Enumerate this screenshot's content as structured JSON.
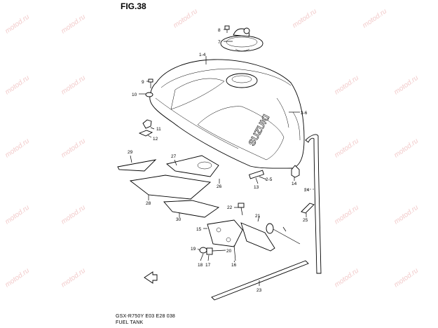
{
  "figure": {
    "title": "FIG.38"
  },
  "footer": {
    "model_line": "GSX-R750Y  E03  E28  038",
    "caption": "FUEL TANK"
  },
  "watermark": {
    "text": "motod.ru"
  },
  "tank": {
    "brand_text": "SUZUKI"
  },
  "callouts": {
    "c8": "8",
    "c7": "7",
    "c1_4": "1-4",
    "c9": "9",
    "c10": "10",
    "c3_6": "3-6",
    "c11": "11",
    "c12": "12",
    "c29": "29",
    "c27": "27",
    "c2_5": "2-5",
    "c26": "26",
    "c13": "13",
    "c14": "14",
    "c24": "24",
    "c28": "28",
    "c22": "22",
    "c21": "21",
    "c30": "30",
    "c25": "25",
    "c15": "15",
    "c19": "19",
    "c20": "20",
    "c18": "18",
    "c17": "17",
    "c16": "16",
    "c23": "23"
  },
  "icons": {
    "front_arrow": "fwd-arrow-icon"
  }
}
